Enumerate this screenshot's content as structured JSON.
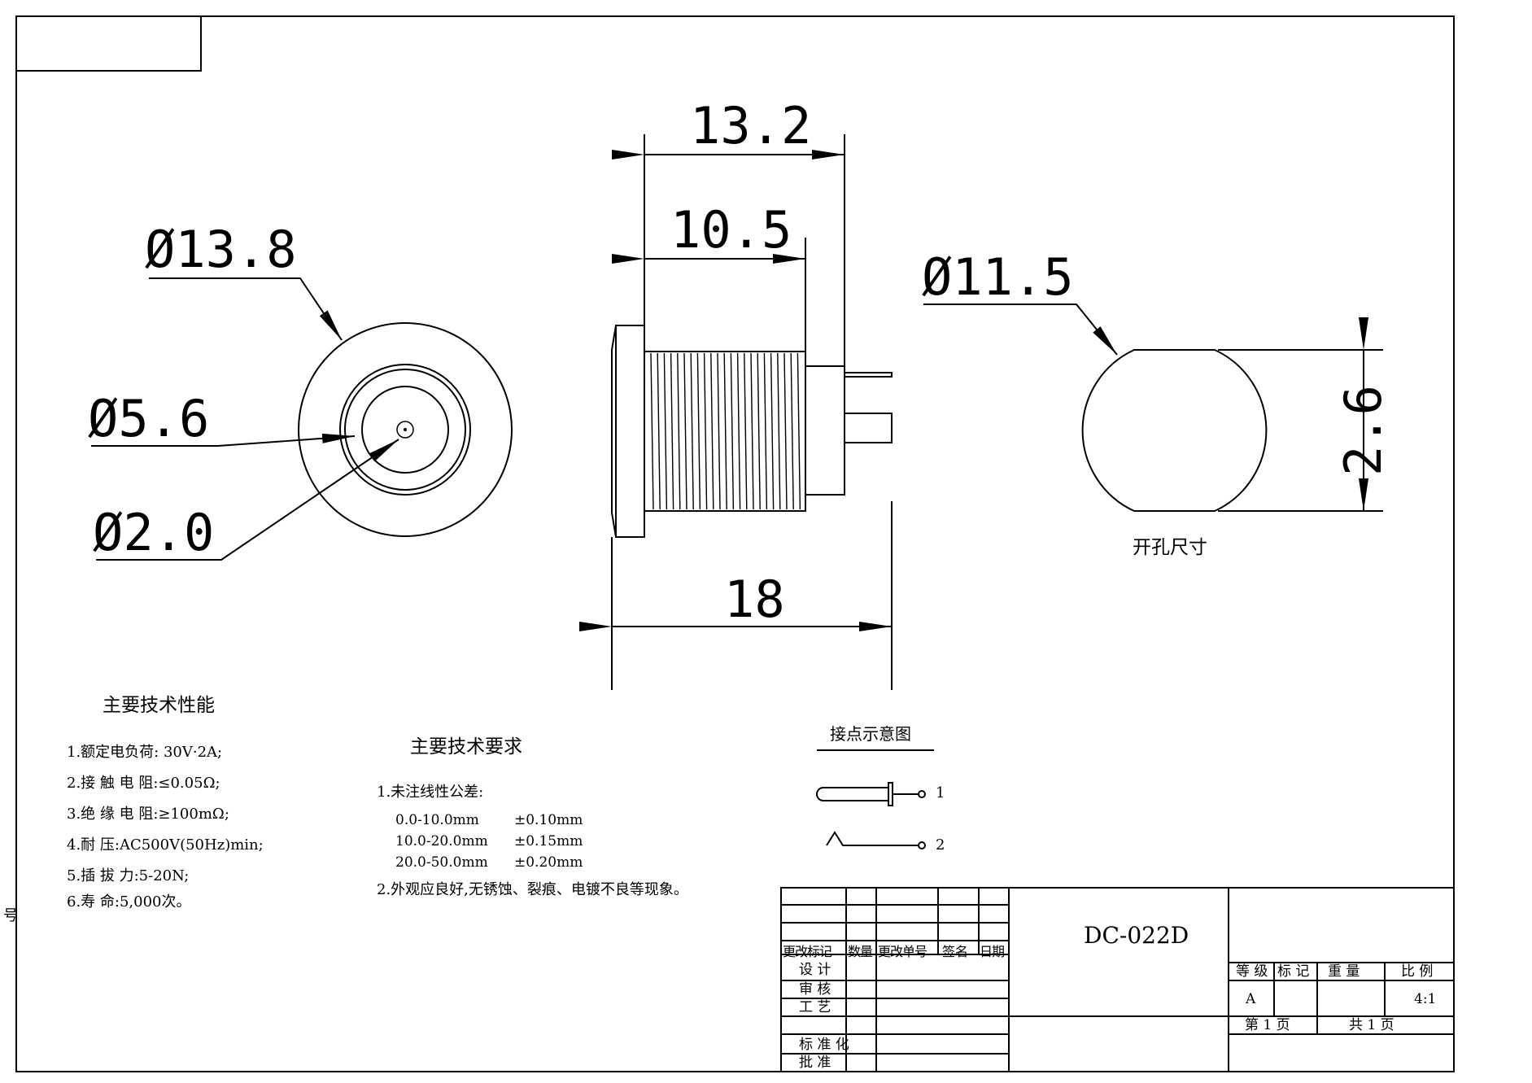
{
  "dimensions": {
    "outer_dia": "Ø13.8",
    "inner_dia": "Ø5.6",
    "pin_dia": "Ø2.0",
    "overall_length": "13.2",
    "thread_length": "10.5",
    "panel_length": "18",
    "hole_dia": "Ø11.5",
    "hole_flat": "2.6"
  },
  "labels": {
    "hole_caption": "开孔尺寸",
    "contact_title": "接点示意图",
    "contact_1": "1",
    "contact_2": "2",
    "side_mark": "号"
  },
  "performance": {
    "title": "主要技术性能",
    "items": [
      "1.额定电负荷:  30V·2A;",
      "2.接 触 电 阻:≤0.05Ω;",
      "3.绝 缘 电 阻:≥100mΩ;",
      "4.耐       压:AC500V(50Hz)min;",
      "5.插   拔   力:5-20N;",
      "6.寿       命:5,000次。"
    ]
  },
  "requirements": {
    "title": "主要技术要求",
    "item1": "1.未注线性公差:",
    "tolerances": [
      {
        "range": "0.0-10.0mm",
        "tol": "±0.10mm"
      },
      {
        "range": "10.0-20.0mm",
        "tol": "±0.15mm"
      },
      {
        "range": "20.0-50.0mm",
        "tol": "±0.20mm"
      }
    ],
    "item2": "2.外观应良好,无锈蚀、裂痕、电镀不良等现象。"
  },
  "title_block": {
    "part_no": "DC-022D",
    "rev_headers": [
      "更改标记",
      "数量",
      "更改单号",
      "签名",
      "日期"
    ],
    "design": "设    计",
    "review": "审    核",
    "process": "工    艺",
    "standard": "标 准 化",
    "approve": "批    准",
    "grade_label": "等 级",
    "mark_label": "标 记",
    "weight_label": "重  量",
    "scale_label": "比 例",
    "grade_value": "A",
    "scale_value": "4:1",
    "page_label": "第 1 页",
    "total_label": "共  1  页"
  }
}
